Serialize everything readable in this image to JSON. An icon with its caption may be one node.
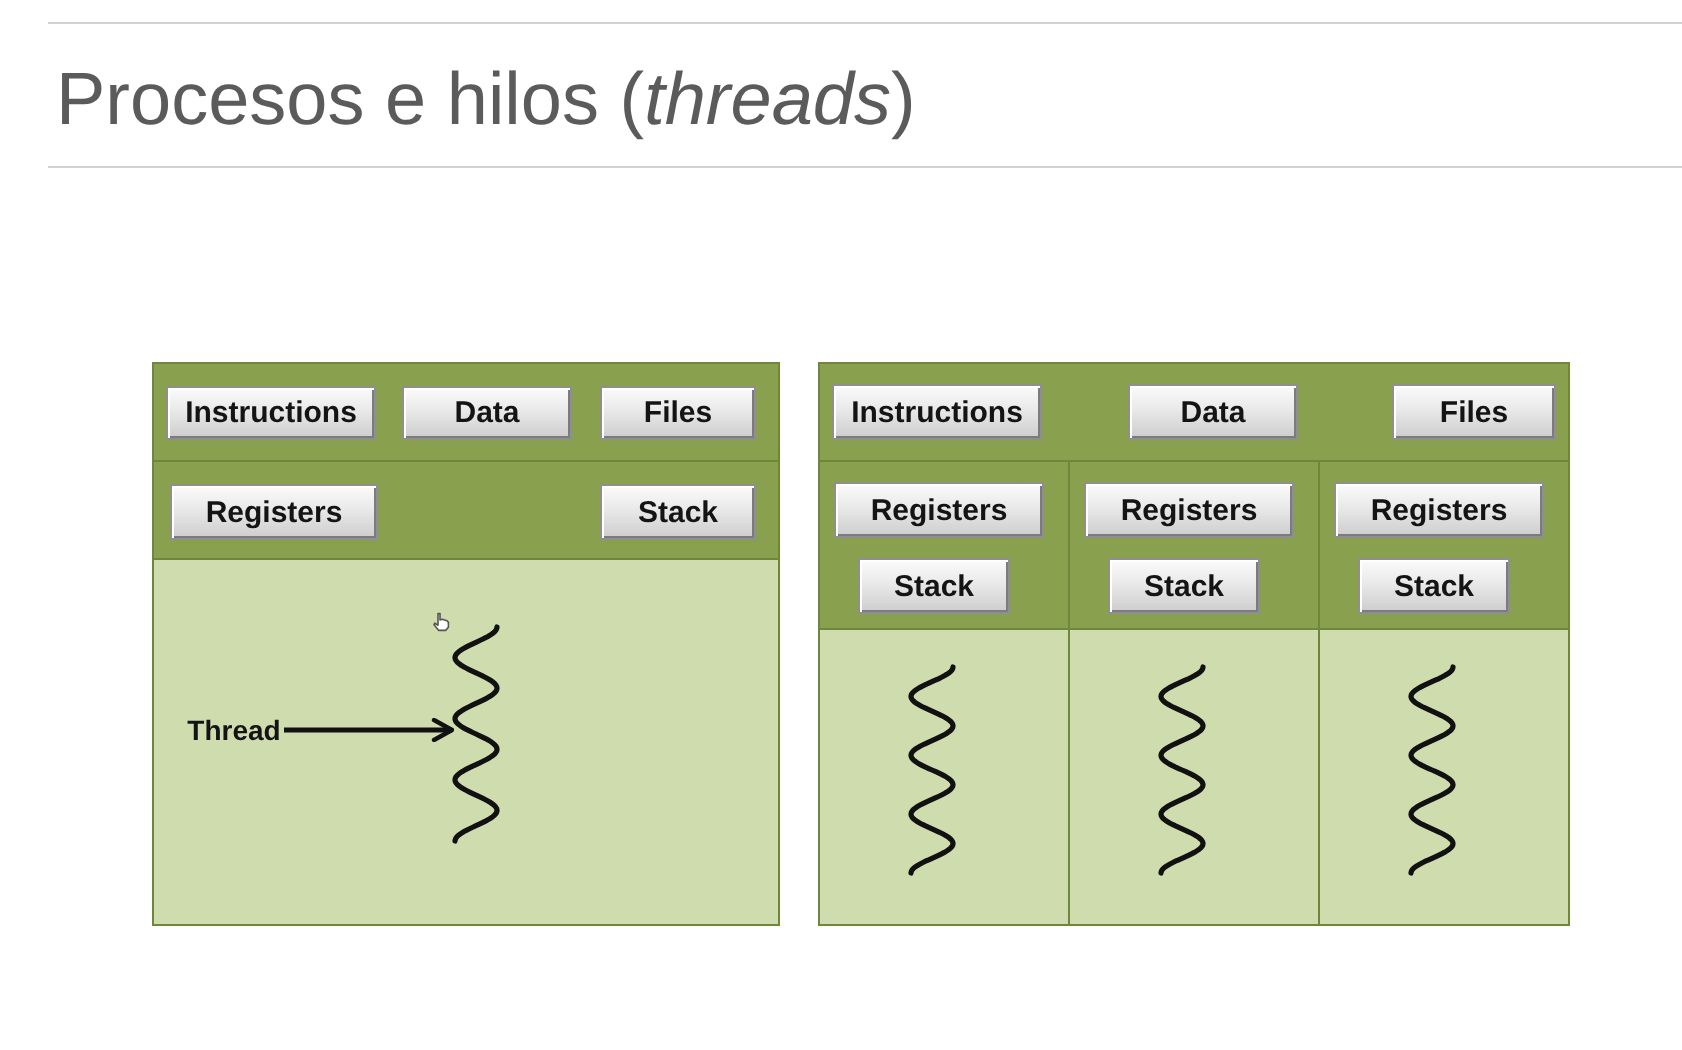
{
  "diagram": {
    "title": "Procesos e hilos (*threads*)",
    "nodes": [
      {
        "text": [],
        "shape": "box"
      },
      {
        "text": [
          "Instructions"
        ],
        "in": 0
      },
      {
        "text": [
          "Data"
        ],
        "in": 0
      },
      {
        "text": [
          "Files"
        ],
        "in": 0
      },
      {
        "text": [
          "Registers"
        ],
        "in": 0
      },
      {
        "text": [
          "Stack"
        ],
        "in": 0
      },
      {
        "text": [
          "Thread"
        ],
        "in": 0
      },
      {
        "text": [],
        "shape": "wave",
        "in": 0
      },
      {
        "text": [],
        "shape": "box"
      },
      {
        "text": [
          "Instructions"
        ],
        "in": 8
      },
      {
        "text": [
          "Data"
        ],
        "in": 8
      },
      {
        "text": [
          "Files"
        ],
        "in": 8
      },
      {
        "text": [],
        "shape": "box",
        "in": 8
      },
      {
        "text": [
          "Registers"
        ],
        "in": 12
      },
      {
        "text": [
          "Stack"
        ],
        "in": 12
      },
      {
        "text": [],
        "shape": "wave",
        "in": 12
      },
      {
        "text": [],
        "shape": "box",
        "in": 8
      },
      {
        "text": [
          "Registers"
        ],
        "in": 16
      },
      {
        "text": [
          "Stack"
        ],
        "in": 16
      },
      {
        "text": [],
        "shape": "wave",
        "in": 16
      },
      {
        "text": [],
        "shape": "box",
        "in": 8
      },
      {
        "text": [
          "Registers"
        ],
        "in": 20
      },
      {
        "text": [
          "Stack"
        ],
        "in": 20
      },
      {
        "text": [],
        "shape": "wave",
        "in": 20
      }
    ],
    "edges": [
      {
        "from": 6,
        "to": 7,
        "arrow": "to"
      }
    ]
  }
}
